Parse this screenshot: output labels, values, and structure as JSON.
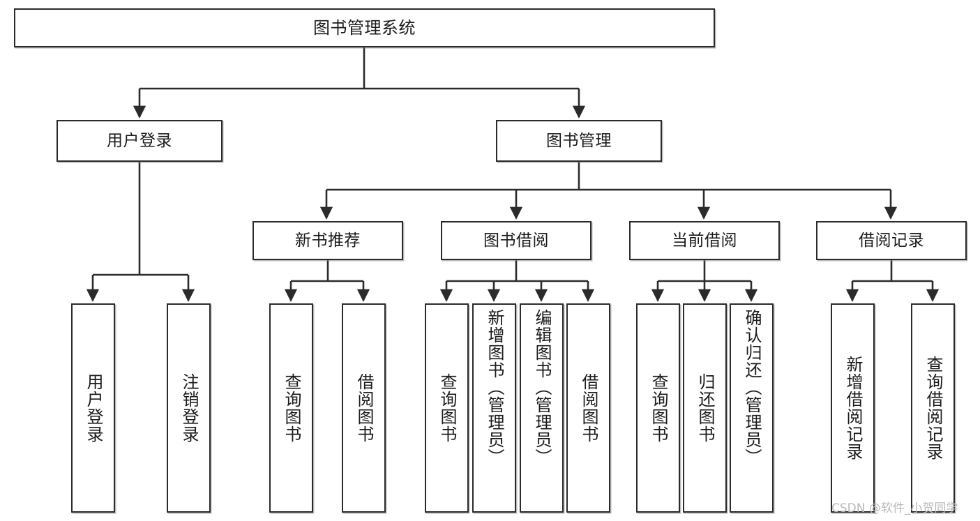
{
  "diagram": {
    "title": "图书管理系统",
    "type": "tree",
    "watermark": "CSDN @软件_小贺同学",
    "colors": {
      "node_border": "#2b2b2b",
      "node_fill": "#ffffff",
      "edge": "#2b2b2b",
      "text": "#1b1b1b",
      "watermark": "#b9b9b9",
      "background": "#ffffff"
    },
    "root": {
      "label": "图书管理系统"
    },
    "level2": [
      {
        "label": "用户登录"
      },
      {
        "label": "图书管理"
      }
    ],
    "level3": [
      {
        "label": "新书推荐"
      },
      {
        "label": "图书借阅"
      },
      {
        "label": "当前借阅"
      },
      {
        "label": "借阅记录"
      }
    ],
    "leaves": {
      "user_login": [
        {
          "label": "用户登录"
        },
        {
          "label": "注销登录"
        }
      ],
      "new_book": [
        {
          "label": "查询图书"
        },
        {
          "label": "借阅图书"
        }
      ],
      "book_borrow": [
        {
          "label": "查询图书"
        },
        {
          "label": "新增图书（管理员）"
        },
        {
          "label": "编辑图书（管理员）"
        },
        {
          "label": "借阅图书"
        }
      ],
      "current_borrow": [
        {
          "label": "查询图书"
        },
        {
          "label": "归还图书"
        },
        {
          "label": "确认归还（管理员）"
        }
      ],
      "borrow_record": [
        {
          "label": "新增借阅记录"
        },
        {
          "label": "查询借阅记录"
        }
      ]
    }
  }
}
